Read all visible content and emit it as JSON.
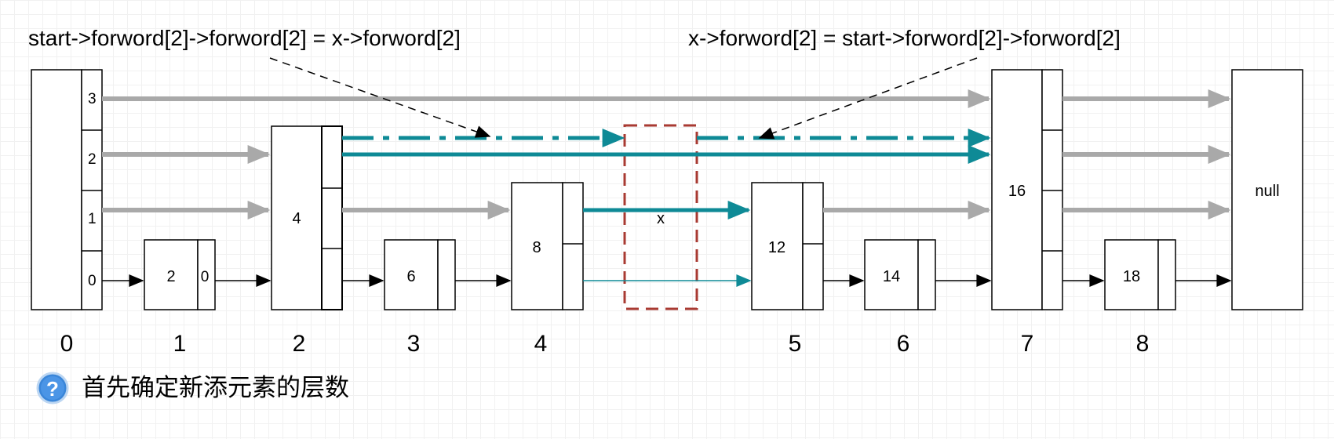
{
  "annotations": {
    "left_formula": "start->forword[2]->forword[2] = x->forword[2]",
    "right_formula": "x->forword[2] = start->forword[2]->forword[2]"
  },
  "start_node": {
    "levels": [
      "3",
      "2",
      "1",
      "0"
    ]
  },
  "nodes": [
    {
      "key": "2",
      "level_label": "0"
    },
    {
      "key": "4"
    },
    {
      "key": "6"
    },
    {
      "key": "8"
    },
    {
      "key": "12"
    },
    {
      "key": "14"
    },
    {
      "key": "16"
    },
    {
      "key": "18"
    },
    {
      "key": "null"
    }
  ],
  "new_node": {
    "label": "x"
  },
  "index_labels": [
    "0",
    "1",
    "2",
    "3",
    "4",
    "5",
    "6",
    "7",
    "8"
  ],
  "note": {
    "icon": "question-icon",
    "text": "首先确定新添元素的层数"
  },
  "colors": {
    "teal": "#0e8a96",
    "gray": "#a9a9a9",
    "dashed_box": "#a83a32",
    "black": "#000000"
  }
}
